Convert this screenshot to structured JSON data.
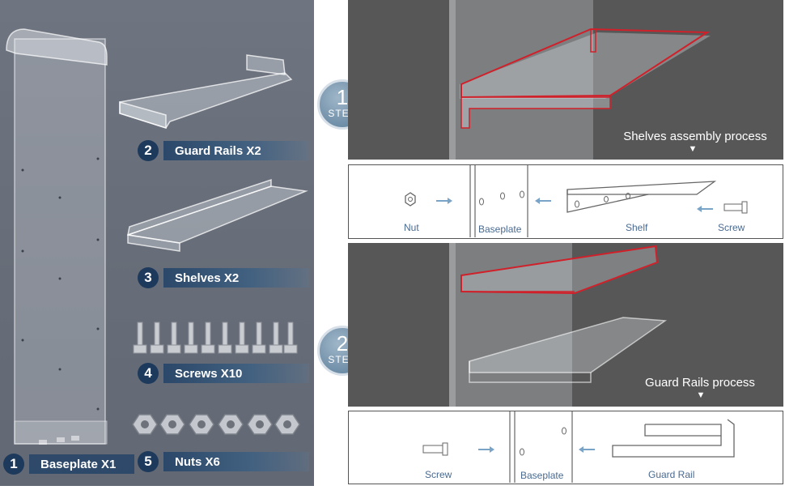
{
  "parts": [
    {
      "number": "1",
      "label": "Baseplate X1"
    },
    {
      "number": "2",
      "label": "Guard Rails X2"
    },
    {
      "number": "3",
      "label": "Shelves X2"
    },
    {
      "number": "4",
      "label": "Screws X10"
    },
    {
      "number": "5",
      "label": "Nuts X6"
    }
  ],
  "steps": [
    {
      "number": "1",
      "word": "STEP",
      "caption": "Shelves assembly process",
      "arrow": "▼",
      "diagram": {
        "nut": "Nut",
        "baseplate": "Baseplate",
        "shelf": "Shelf",
        "screw": "Screw"
      }
    },
    {
      "number": "2",
      "word": "STEP",
      "caption": "Guard Rails process",
      "arrow": "▼",
      "diagram": {
        "screw": "Screw",
        "baseplate": "Baseplate",
        "guard_rail": "Guard Rail"
      }
    }
  ],
  "colors": {
    "label_badge": "#1d3a5c",
    "highlight": "#d0202a",
    "diagram_text": "#4a6a90"
  }
}
